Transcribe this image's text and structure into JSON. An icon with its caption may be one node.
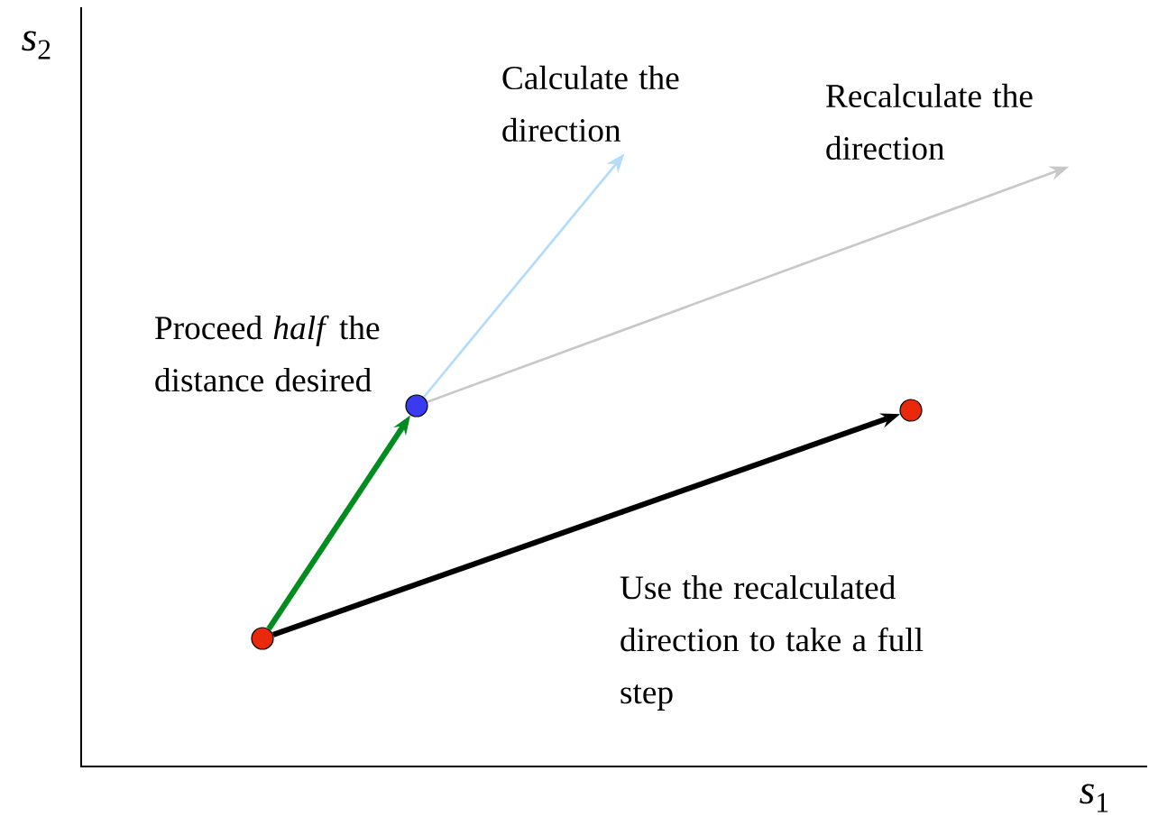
{
  "diagram": {
    "nodes": [
      {
        "text": [],
        "shape": "circle"
      },
      {
        "text": [],
        "shape": "circle"
      },
      {
        "text": [],
        "shape": "circle"
      },
      {
        "text": [
          "Calculate the direction"
        ]
      },
      {
        "text": [
          "Recalculate the direction"
        ]
      }
    ],
    "edges": [
      {
        "from": 0,
        "to": 1,
        "arrow": "to",
        "style": "thick",
        "color": "#008c1e"
      },
      {
        "from": 0,
        "to": 2,
        "arrow": "to",
        "style": "thick",
        "color": "#000000"
      },
      {
        "from": 1,
        "to": 3,
        "arrow": "to",
        "color": "#b3dcfb"
      },
      {
        "from": 1,
        "to": 4,
        "arrow": "to",
        "color": "#c8c8c8"
      }
    ],
    "labels": [
      "*s*$_{2}$",
      "Proceed *half* the distance desired",
      "Use the recalculated direction to take a full step",
      "*s*$_{1}$"
    ]
  }
}
